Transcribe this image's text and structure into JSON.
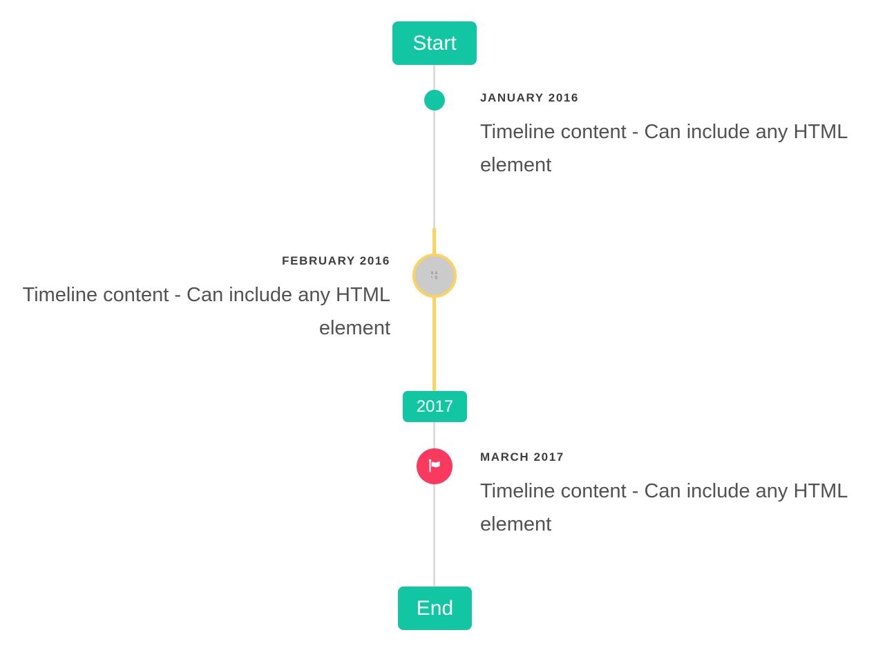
{
  "colors": {
    "accent": "#12c6a4",
    "highlight": "#fcd35e",
    "flag-red": "#f9395e",
    "line": "#dcdcdc",
    "marker-gray": "#cbcbcb",
    "title-text": "#3d3d3d",
    "body-text": "#525252",
    "badge-text": "#ffffff"
  },
  "timeline": {
    "start_badge": "Start",
    "year_badge": "2017",
    "end_badge": "End",
    "items": [
      {
        "title": "JANUARY 2016",
        "content": "Timeline content - Can include any HTML element",
        "side": "right",
        "marker": "dot"
      },
      {
        "title": "FEBRUARY 2016",
        "content": "Timeline content - Can include any HTML element",
        "side": "left",
        "marker": "broken-image-icon"
      },
      {
        "title": "MARCH 2017",
        "content": "Timeline content - Can include any HTML element",
        "side": "right",
        "marker": "flag-icon"
      }
    ]
  }
}
